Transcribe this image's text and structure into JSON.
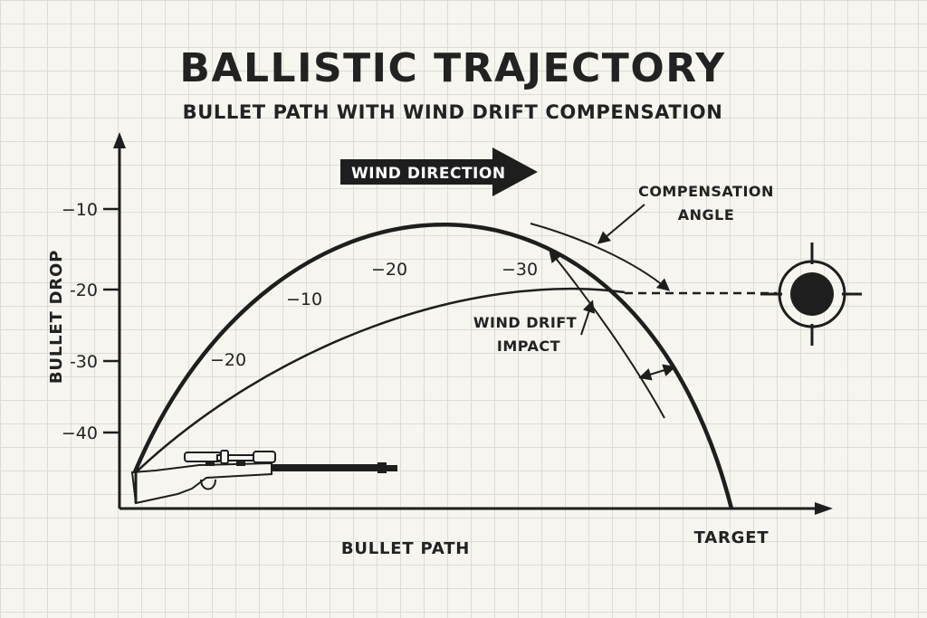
{
  "header": {
    "title": "BALLISTIC TRAJECTORY",
    "subtitle": "BULLET PATH WITH WIND DRIFT COMPENSATION"
  },
  "axes": {
    "y_title": "BULLET DROP",
    "x_title": "BULLET PATH",
    "y_ticks": [
      "−10",
      "-20",
      "-30",
      "−40"
    ]
  },
  "wind": {
    "label": "WIND DIRECTION"
  },
  "curve_labels": {
    "outer_left": "−20",
    "inner_left": "−10",
    "mid": "−20",
    "right": "−30"
  },
  "annotations": {
    "compensation_line1": "COMPENSATION",
    "compensation_line2": "ANGLE",
    "drift_line1": "WIND DRIFT",
    "drift_line2": "IMPACT"
  },
  "target": {
    "label": "TARGET"
  },
  "colors": {
    "ink": "#1e1e1e",
    "paper": "#f7f5ef",
    "grid": "#dcdcd6"
  }
}
